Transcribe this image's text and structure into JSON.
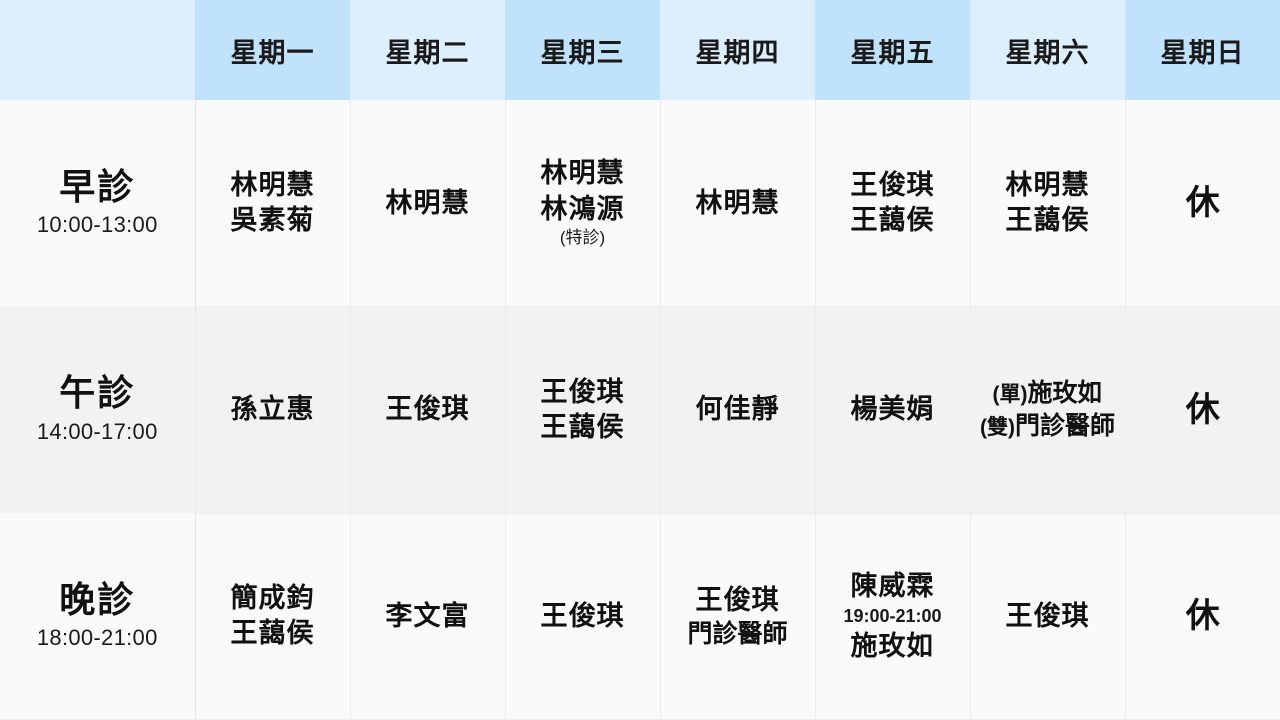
{
  "table": {
    "corner_label": "",
    "day_headers": [
      {
        "label": "星期一",
        "shade": "dark"
      },
      {
        "label": "星期二",
        "shade": "light"
      },
      {
        "label": "星期三",
        "shade": "dark"
      },
      {
        "label": "星期四",
        "shade": "light"
      },
      {
        "label": "星期五",
        "shade": "dark"
      },
      {
        "label": "星期六",
        "shade": "light"
      },
      {
        "label": "星期日",
        "shade": "dark"
      }
    ],
    "rows": [
      {
        "session_name": "早診",
        "session_time": "10:00-13:00",
        "cells": [
          {
            "names": [
              "林明慧",
              "吳素菊"
            ],
            "note": "",
            "rest": false
          },
          {
            "names": [
              "林明慧"
            ],
            "note": "",
            "rest": false
          },
          {
            "names": [
              "林明慧",
              "林鴻源"
            ],
            "note": "(特診)",
            "rest": false
          },
          {
            "names": [
              "林明慧"
            ],
            "note": "",
            "rest": false
          },
          {
            "names": [
              "王俊琪",
              "王藹侯"
            ],
            "note": "",
            "rest": false
          },
          {
            "names": [
              "林明慧",
              "王藹侯"
            ],
            "note": "",
            "rest": false
          },
          {
            "names": [
              "休"
            ],
            "note": "",
            "rest": true
          }
        ]
      },
      {
        "session_name": "午診",
        "session_time": "14:00-17:00",
        "cells": [
          {
            "names": [
              "孫立惠"
            ],
            "note": "",
            "rest": false
          },
          {
            "names": [
              "王俊琪"
            ],
            "note": "",
            "rest": false
          },
          {
            "names": [
              "王俊琪",
              "王藹侯"
            ],
            "note": "",
            "rest": false
          },
          {
            "names": [
              "何佳靜"
            ],
            "note": "",
            "rest": false
          },
          {
            "names": [
              "楊美娟"
            ],
            "note": "",
            "rest": false
          },
          {
            "names": [],
            "note": "",
            "rest": false,
            "prefixed_lines": [
              {
                "prefix": "(單)",
                "name": "施玫如"
              },
              {
                "prefix": "(雙)",
                "name": "門診醫師"
              }
            ]
          },
          {
            "names": [
              "休"
            ],
            "note": "",
            "rest": true
          }
        ]
      },
      {
        "session_name": "晚診",
        "session_time": "18:00-21:00",
        "cells": [
          {
            "names": [
              "簡成鈞",
              "王藹侯"
            ],
            "note": "",
            "rest": false
          },
          {
            "names": [
              "李文富"
            ],
            "note": "",
            "rest": false
          },
          {
            "names": [
              "王俊琪"
            ],
            "note": "",
            "rest": false
          },
          {
            "names": [
              "王俊琪",
              "門診醫師"
            ],
            "note": "",
            "rest": false
          },
          {
            "names": [],
            "note": "",
            "rest": false,
            "mixed_lines": [
              {
                "type": "name",
                "text": "陳威霖"
              },
              {
                "type": "time",
                "text": "19:00-21:00"
              },
              {
                "type": "name",
                "text": "施玫如"
              }
            ]
          },
          {
            "names": [
              "王俊琪"
            ],
            "note": "",
            "rest": false
          },
          {
            "names": [
              "休"
            ],
            "note": "",
            "rest": true
          }
        ]
      }
    ]
  },
  "colors": {
    "header_dark": "#c0e2fa",
    "header_light": "#ddeffd",
    "row_odd": "#fafafa",
    "row_even": "#f2f2f2",
    "text": "#111111",
    "grid": "#ececec"
  }
}
